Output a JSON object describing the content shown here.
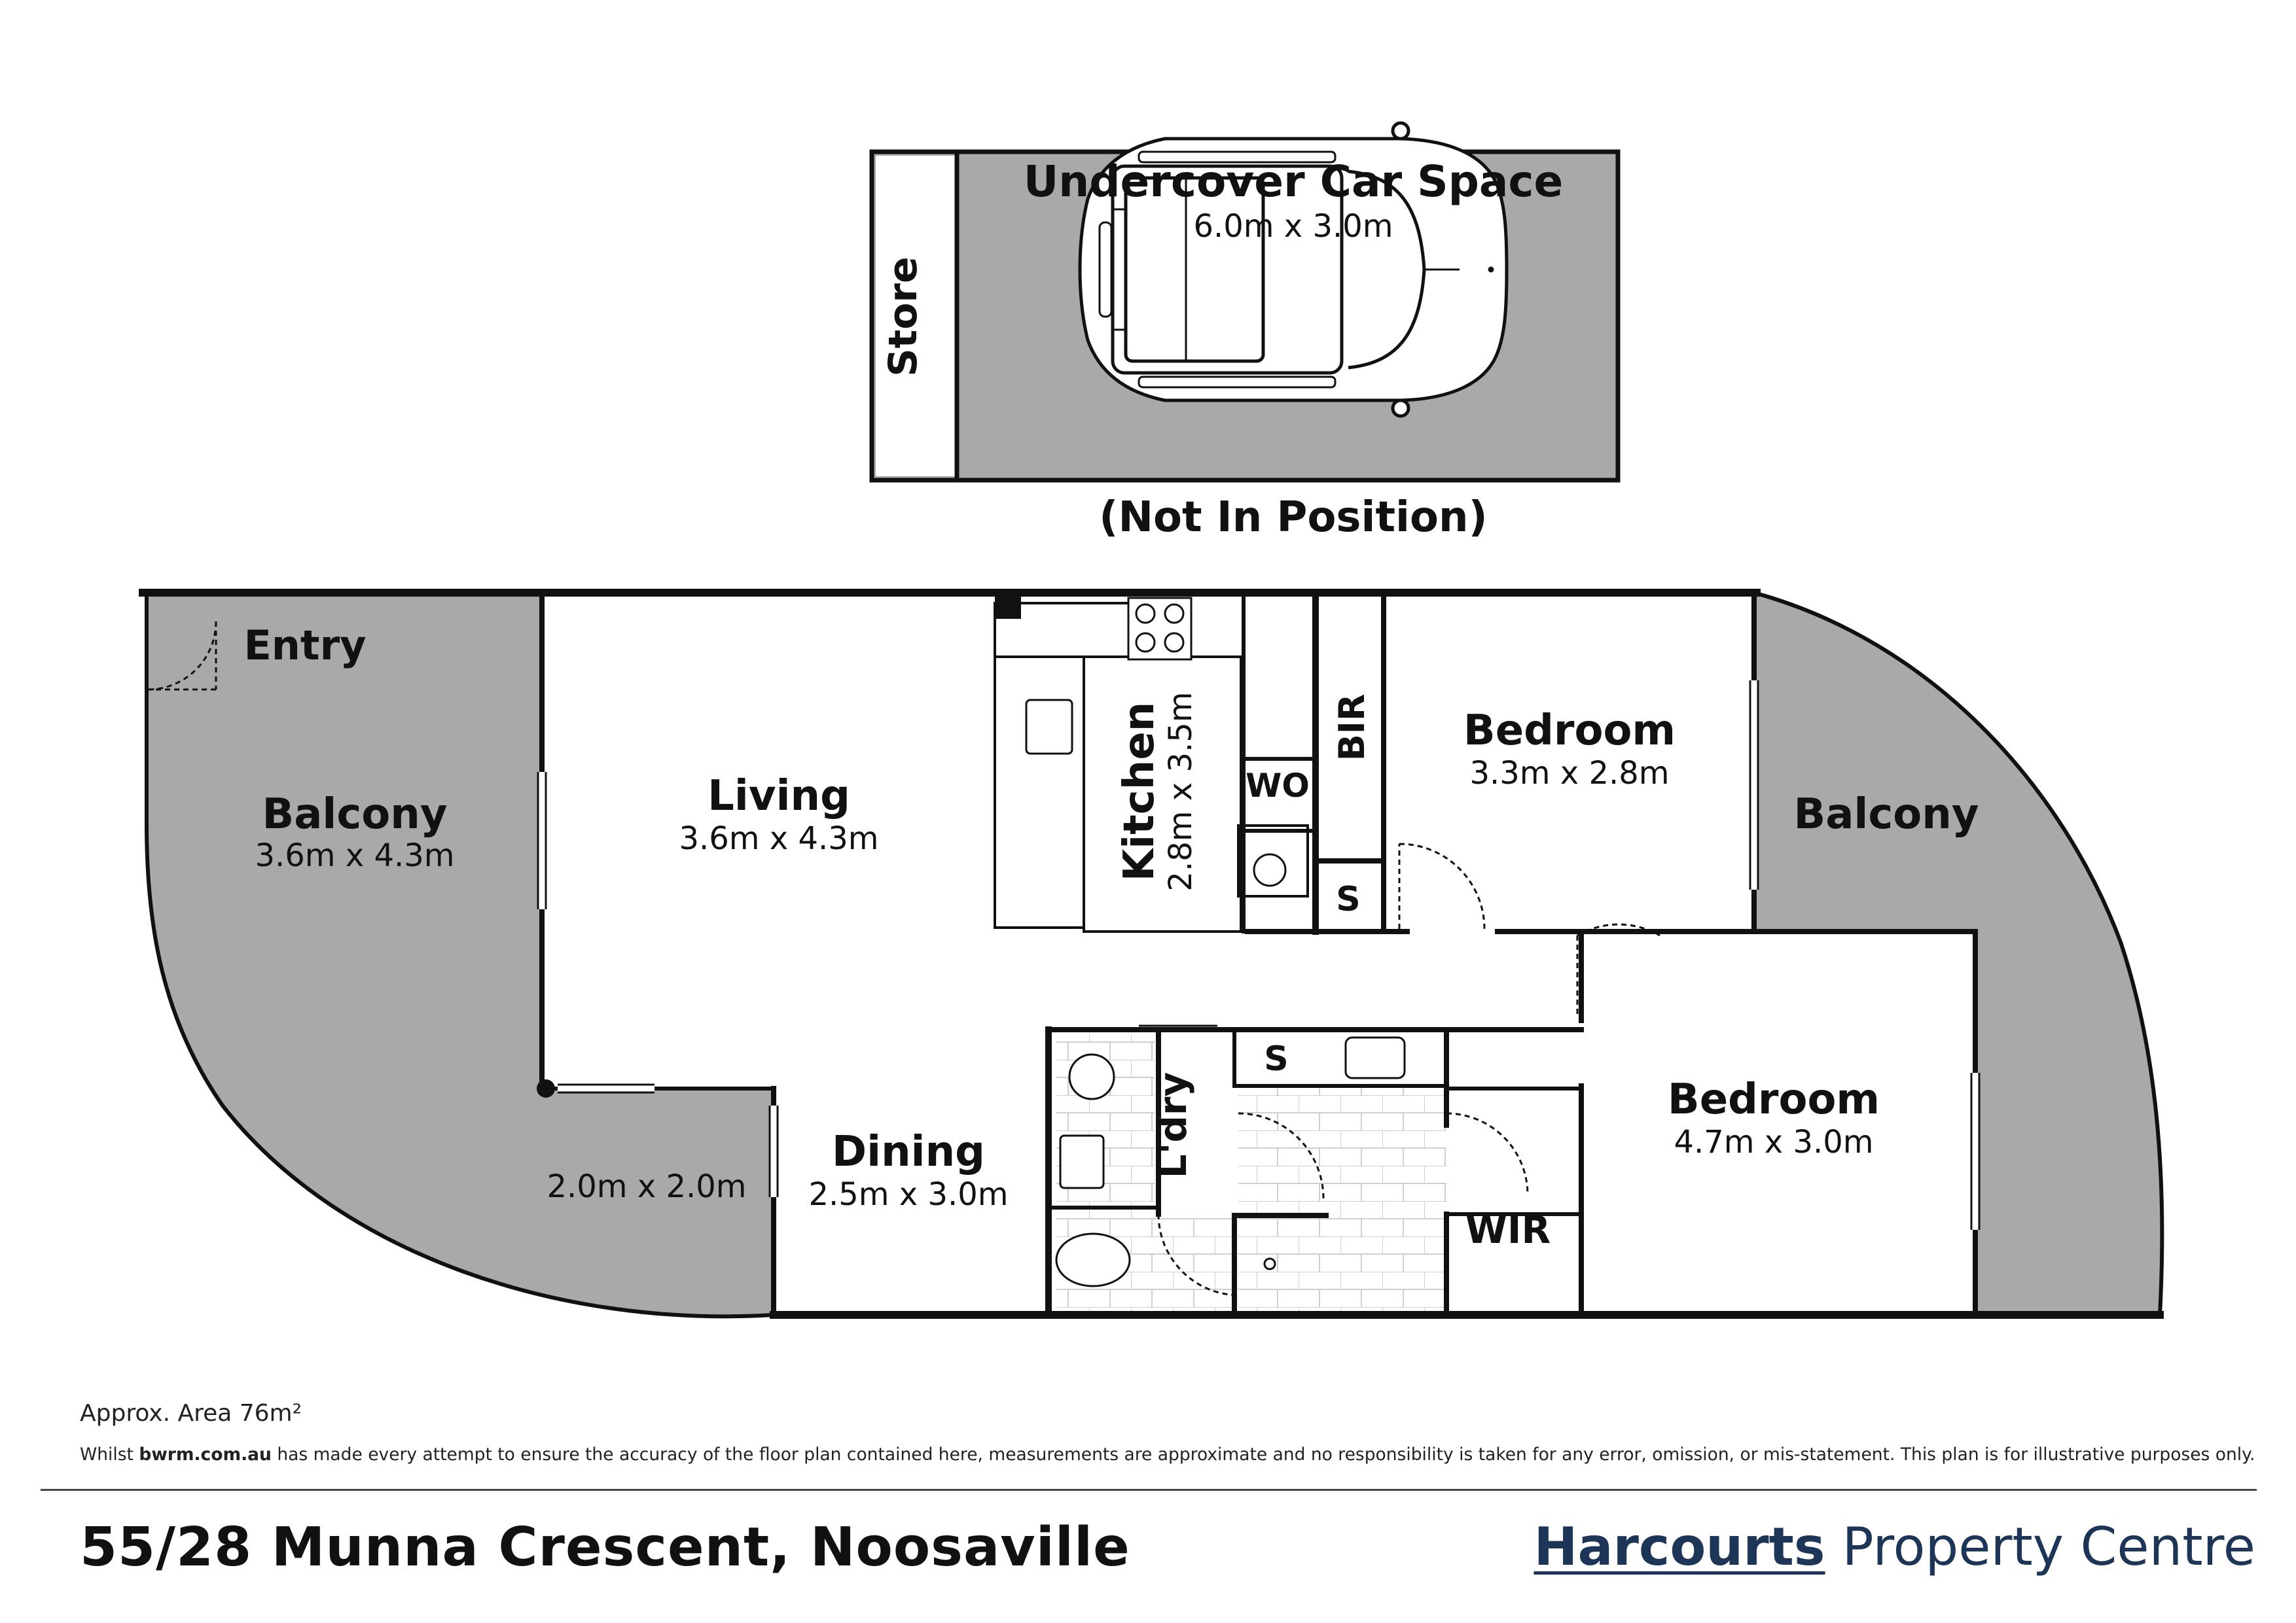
{
  "plan": {
    "car_space": {
      "title": "Undercover Car Space",
      "size": "6.0m x 3.0m",
      "note": "(Not In Position)",
      "store": "Store"
    },
    "rooms": {
      "entry": "Entry",
      "balcony_left": {
        "name": "Balcony",
        "size": "3.6m x 4.3m"
      },
      "balcony_small": {
        "size": "2.0m x 2.0m"
      },
      "living": {
        "name": "Living",
        "size": "3.6m x 4.3m"
      },
      "dining": {
        "name": "Dining",
        "size": "2.5m x 3.0m"
      },
      "kitchen": {
        "name": "Kitchen",
        "size": "2.8m x 3.5m"
      },
      "wo": "WO",
      "bir": "BIR",
      "s_kitchen": "S",
      "s_bath": "S",
      "laundry": "L'dry",
      "wir": "WIR",
      "bedroom1": {
        "name": "Bedroom",
        "size": "3.3m x 2.8m"
      },
      "bedroom2": {
        "name": "Bedroom",
        "size": "4.7m x 3.0m"
      },
      "balcony_right": {
        "name": "Balcony"
      }
    },
    "colors": {
      "wall": "#111111",
      "balcony": "#a9a9a9",
      "tile_line": "#cfcfcf"
    }
  },
  "footer": {
    "area": "Approx. Area 76m²",
    "disclaimer_pre": "Whilst",
    "disclaimer_brand": "bwrm.com.au",
    "disclaimer_post": "has made every attempt to ensure the accuracy of the floor plan contained here, measurements are approximate and no responsibility is taken for any error, omission, or mis-statement. This plan is for illustrative purposes only.",
    "address": "55/28 Munna Crescent, Noosaville",
    "brand_name": "Harcourts",
    "brand_sub": "Property Centre",
    "brand_color": "#1d3557"
  }
}
